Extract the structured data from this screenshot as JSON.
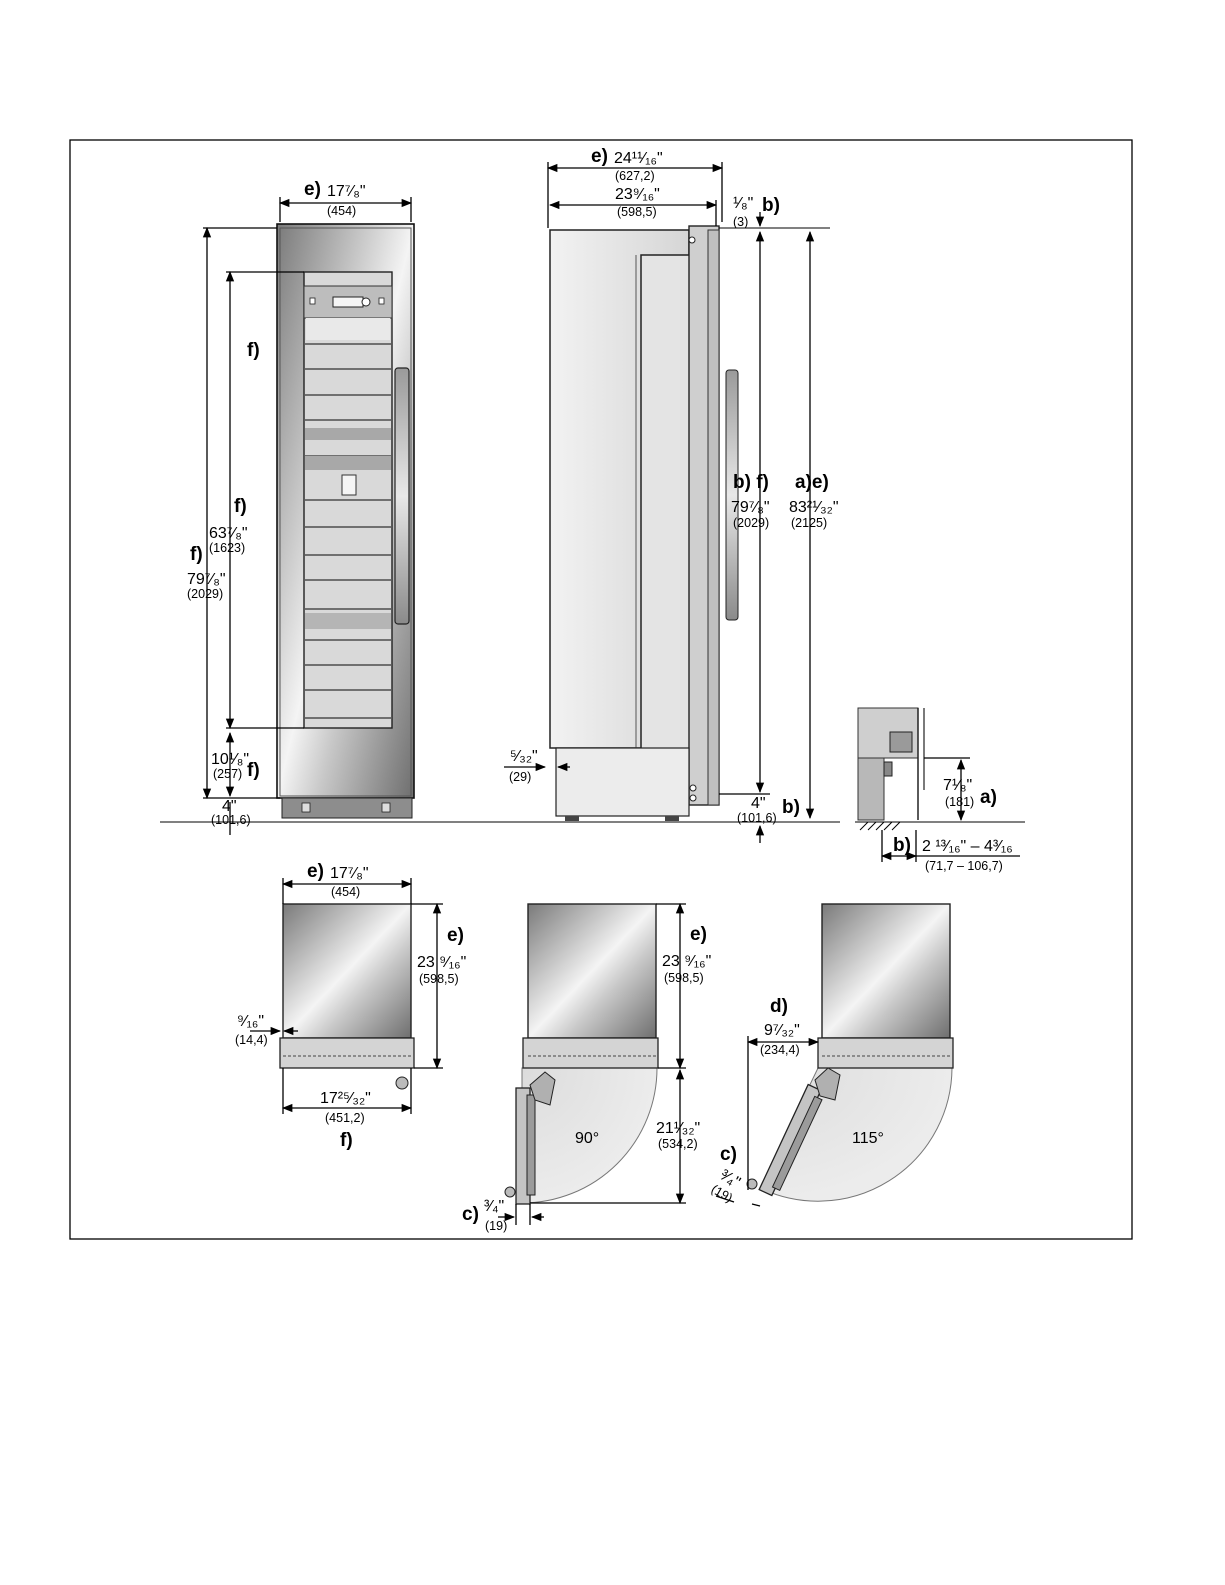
{
  "labels": {
    "front_width": {
      "tag": "e)",
      "value": "17⁷⁄₈\"",
      "mm": "(454)"
    },
    "front_door_height": {
      "tag": "f)",
      "value": "63⁷⁄₈\"",
      "mm": "(1623)"
    },
    "front_total_height": {
      "tag": "f)",
      "value": "79⁷⁄₈\"",
      "mm": "(2029)"
    },
    "front_bottom_gap": {
      "value": "10¹⁄₈\"",
      "mm": "(257)",
      "tag": "f)"
    },
    "front_plinth": {
      "value": "4\"",
      "mm": "(101,6)"
    },
    "front_tag_top": {
      "tag": "f)"
    },
    "side_depth_outer": {
      "tag": "e)",
      "value": "24¹¹⁄₁₆\"",
      "mm": "(627,2)"
    },
    "side_depth_inner": {
      "value": "23⁹⁄₁₆\"",
      "mm": "(598,5)"
    },
    "side_top_gap": {
      "value": "¹⁄₈\"",
      "mm": "(3)",
      "tag": "b)"
    },
    "side_height_bf": {
      "tag": "b) f)",
      "value": "79⁷⁄₈\"",
      "mm": "(2029)"
    },
    "side_height_ae": {
      "tag": "a)e)",
      "value": "83²¹⁄₃₂\"",
      "mm": "(2125)"
    },
    "side_offset": {
      "value": "⁵⁄₃₂\"",
      "mm": "(29)"
    },
    "side_plinth": {
      "value": "4\"",
      "mm": "(101,6)",
      "tag": "b)"
    },
    "detail_height": {
      "value": "7¹⁄₈\"",
      "mm": "(181)",
      "tag": "a)"
    },
    "detail_depth": {
      "tag": "b)",
      "value": "2 ¹³⁄₁₆\" – 4³⁄₁₆",
      "mm": "(71,7 – 106,7)"
    },
    "plan1_width_top": {
      "tag": "e)",
      "value": "17⁷⁄₈\"",
      "mm": "(454)"
    },
    "plan1_depth": {
      "tag": "e)",
      "value": "23 ⁹⁄₁₆\"",
      "mm": "(598,5)"
    },
    "plan1_reveal": {
      "value": "⁹⁄₁₆\"",
      "mm": "(14,4)"
    },
    "plan1_width_bottom": {
      "value": "17²⁵⁄₃₂\"",
      "mm": "(451,2)",
      "tag": "f)"
    },
    "plan2_depth": {
      "tag": "e)",
      "value": "23 ⁹⁄₁₆\"",
      "mm": "(598,5)"
    },
    "plan2_swing": {
      "value": "21¹⁄₃₂\"",
      "mm": "(534,2)"
    },
    "plan2_angle": {
      "value": "90°"
    },
    "plan2_clearance": {
      "tag": "c)",
      "value": "³⁄₄\"",
      "mm": "(19)"
    },
    "plan3_offset": {
      "tag": "d)",
      "value": "9⁷⁄₃₂\"",
      "mm": "(234,4)"
    },
    "plan3_angle": {
      "value": "115°"
    },
    "plan3_clearance": {
      "tag": "c)",
      "value": "³⁄₄\"",
      "mm": "(19)"
    }
  }
}
